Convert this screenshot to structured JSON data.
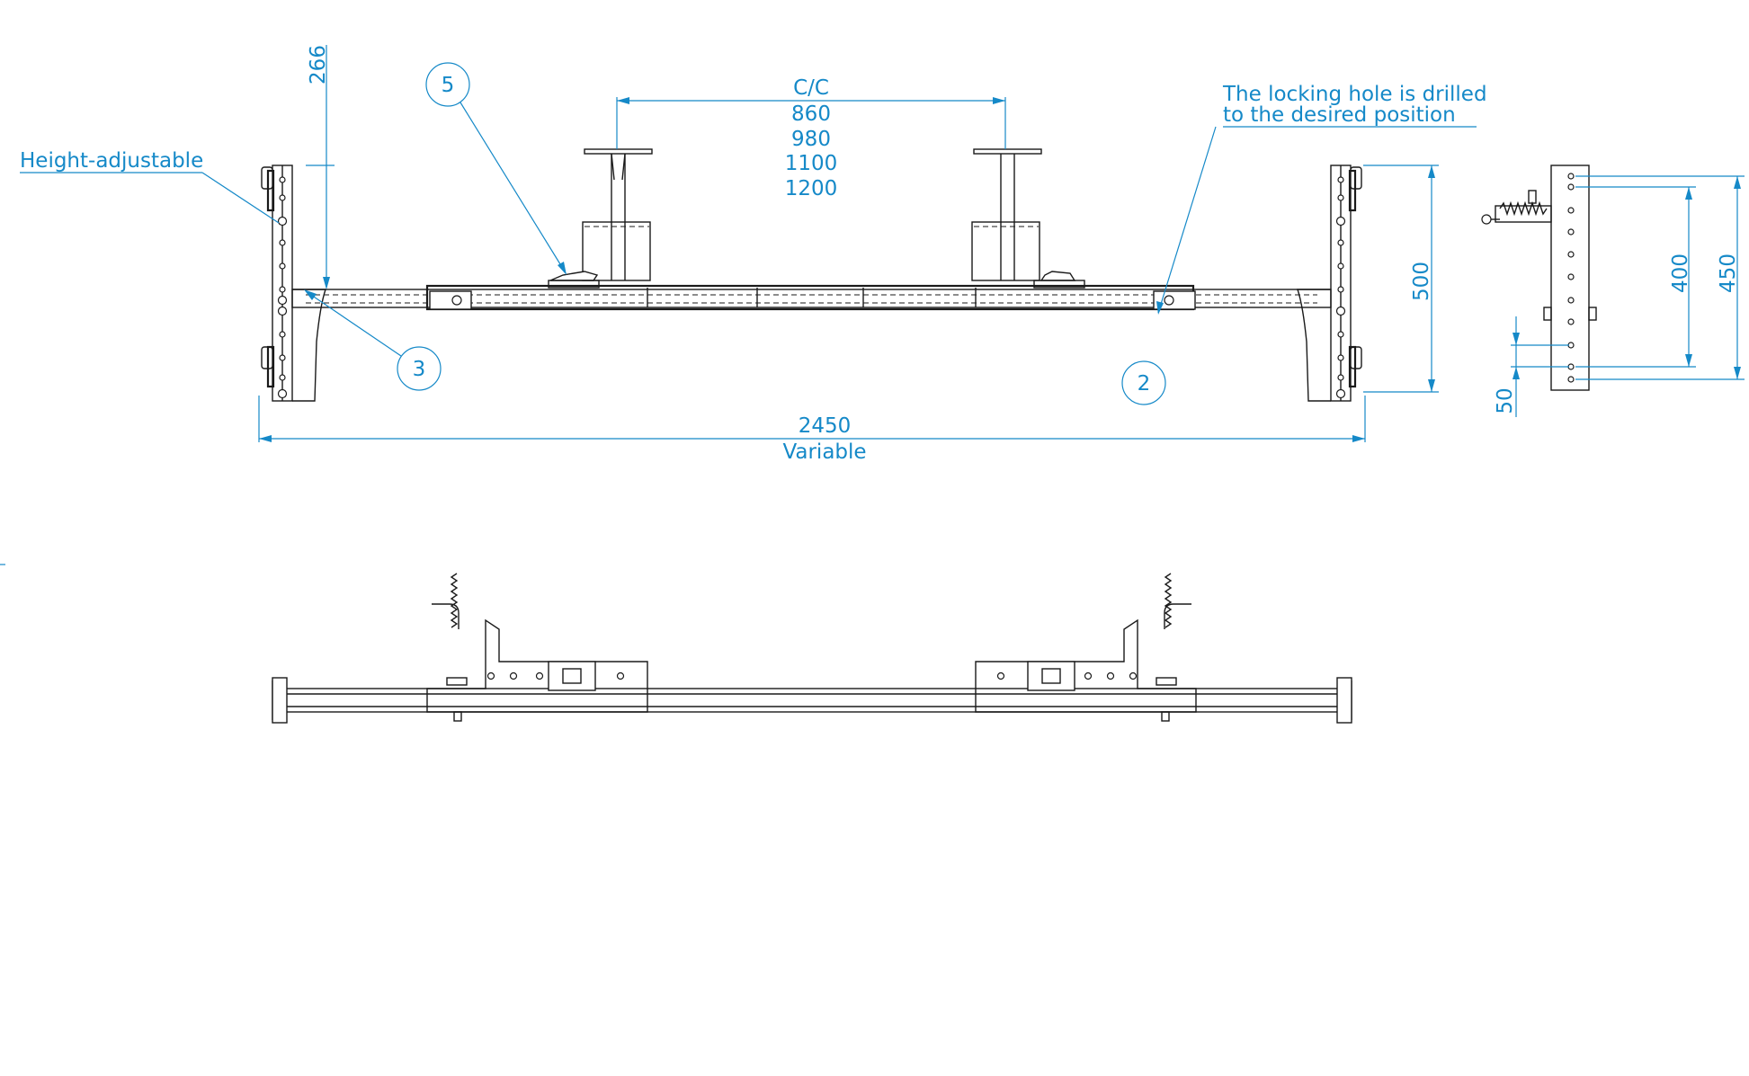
{
  "colors": {
    "dimension": "#1589c8",
    "linework": "#1a1a1a",
    "background": "#ffffff"
  },
  "labels": {
    "height_adjustable": "Height-adjustable",
    "locking_hole_line1": "The locking hole is drilled",
    "locking_hole_line2": "to the desired position"
  },
  "dimensions": {
    "cc_label": "C/C",
    "cc_values": [
      "860",
      "980",
      "1100",
      "1200"
    ],
    "overall_width": "2450",
    "overall_width_note": "Variable",
    "top_offset": "266",
    "right_height": "500",
    "side_400": "400",
    "side_450": "450",
    "side_50": "50"
  },
  "callouts": [
    {
      "number": "5"
    },
    {
      "number": "3"
    },
    {
      "number": "2"
    }
  ]
}
